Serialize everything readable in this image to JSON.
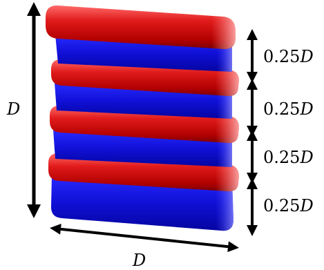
{
  "labels": {
    "height": "D",
    "width": "D",
    "segment_1": "0.25D",
    "segment_2": "0.25D",
    "segment_3": "0.25D",
    "segment_4": "0.25D"
  },
  "colors": {
    "band_red": "#d40000",
    "band_blue": "#1010d8",
    "arrow": "#000000"
  },
  "stack": {
    "band_count": 4
  }
}
